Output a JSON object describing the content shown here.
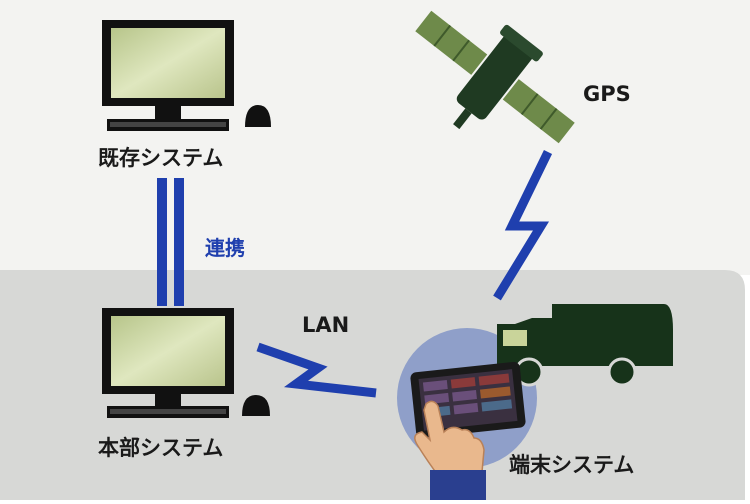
{
  "labels": {
    "existing_system": "既存システム",
    "gps": "GPS",
    "link": "連携",
    "lan": "LAN",
    "hq_system": "本部システム",
    "terminal_system": "端末システム"
  },
  "colors": {
    "panel": "#d7d8d6",
    "link_blue": "#1f3fae",
    "dark_green": "#1f3a22",
    "screen_green": "#c9d49a",
    "tablet_circle": "#8f9fc9"
  },
  "icons": [
    "desktop-computer-icon",
    "mouse-icon",
    "satellite-icon",
    "garbage-truck-icon",
    "tablet-icon",
    "hand-icon"
  ]
}
